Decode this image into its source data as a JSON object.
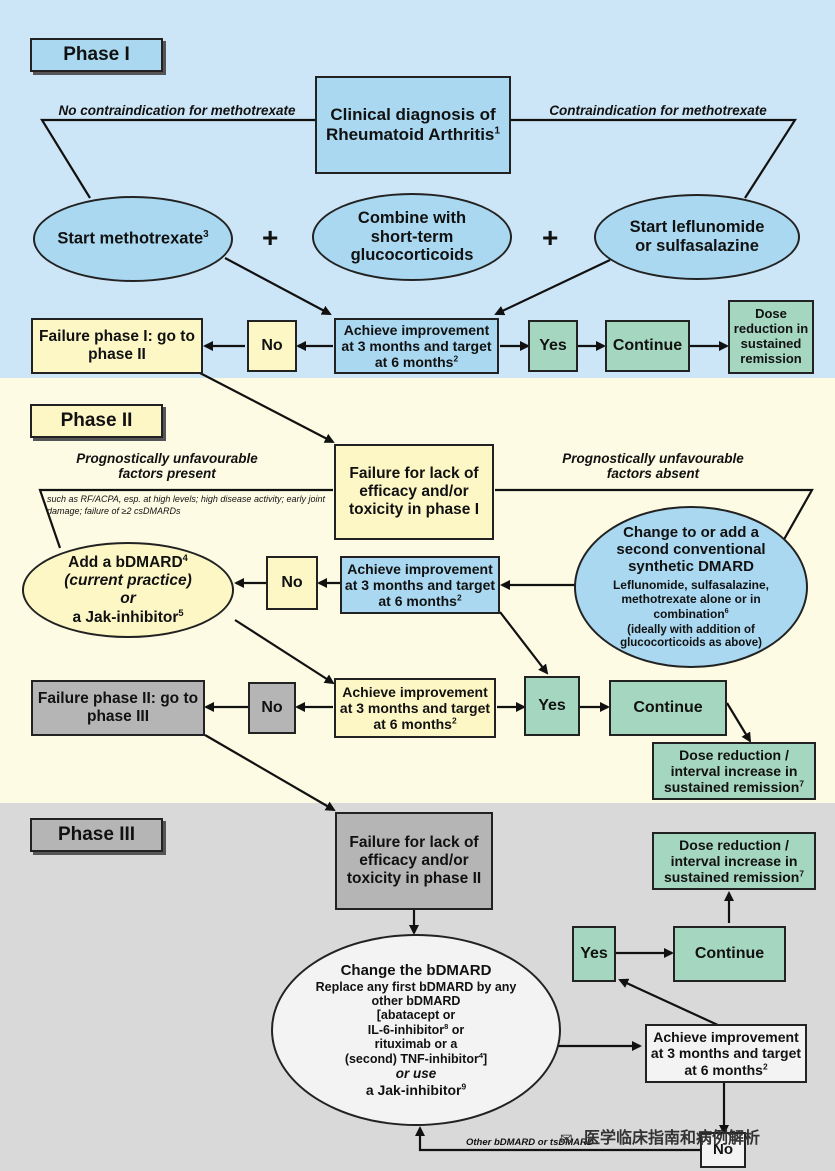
{
  "phase1": {
    "title": "Phase I",
    "diagnosis": "Clinical diagnosis of Rheumatoid Arthritis",
    "diagnosis_sup": "1",
    "no_contra": "No contraindication for methotrexate",
    "contra": "Contraindication for methotrexate",
    "start_mtx": "Start methotrexate",
    "start_mtx_sup": "3",
    "combine": "Combine with short-term glucocorticoids",
    "start_lef": "Start leflunomide or sulfasalazine",
    "plus": "+",
    "achieve": "Achieve improvement at 3 months and target at 6 months",
    "achieve_sup": "2",
    "no": "No",
    "yes": "Yes",
    "failure": "Failure phase I: go to phase II",
    "continue": "Continue",
    "dose": "Dose reduction in sustained remission"
  },
  "phase2": {
    "title": "Phase II",
    "failure_box": "Failure for lack of efficacy and/or toxicity in phase I",
    "unfav_present": "Prognostically unfavourable factors present",
    "unfav_absent": "Prognostically unfavourable factors absent",
    "factors_note": "such as RF/ACPA, esp. at high levels; high disease activity; early joint damage;   failure of ≥2 csDMARDs",
    "add_bdmard_1": "Add a bDMARD",
    "add_bdmard_sup": "4",
    "add_bdmard_2": "(current practice)",
    "add_bdmard_3": "or",
    "add_bdmard_4": "a Jak-inhibitor",
    "add_bdmard_4_sup": "5",
    "change_title": "Change to or add a second conventional synthetic DMARD",
    "change_body": "Leflunomide, sulfasalazine, methotrexate alone or in combination",
    "change_body_sup": "6",
    "change_note": "(ideally with addition of glucocorticoids as above)",
    "achieve": "Achieve improvement at 3 months and target at 6 months",
    "achieve_sup": "2",
    "no": "No",
    "yes": "Yes",
    "continue": "Continue",
    "failure": "Failure phase II: go to phase III",
    "dose": "Dose reduction / interval increase in sustained remission",
    "dose_sup": "7"
  },
  "phase3": {
    "title": "Phase III",
    "failure_box": "Failure for lack of efficacy and/or toxicity in phase II",
    "change_title": "Change the bDMARD",
    "change_l1": "Replace any first bDMARD by any other bDMARD",
    "change_l2": "[abatacept or",
    "change_l3": "IL-6-inhibitor",
    "change_l3_sup": "8",
    "change_l3_b": " or",
    "change_l4": "rituximab or a",
    "change_l5": "(second) TNF-inhibitor",
    "change_l5_sup": "4",
    "change_l5_b": "]",
    "change_l6": "or use",
    "change_l7": "a Jak-inhibitor",
    "change_l7_sup": "9",
    "achieve": "Achieve improvement at 3 months and target at 6 months",
    "achieve_sup": "2",
    "yes": "Yes",
    "no": "No",
    "continue": "Continue",
    "dose": "Dose reduction / interval increase in sustained remission",
    "dose_sup": "7",
    "other_note": "Other bDMARD or tsDMARD"
  },
  "watermark": "医学临床指南和病例解析",
  "colors": {
    "phase1_bg": "#cde6f7",
    "phase2_bg": "#fdfbe3",
    "phase3_bg": "#d9d9d9",
    "blue_box": "#a9d8f0",
    "cream_box": "#fdf7c6",
    "green_box": "#a5d6c0",
    "gray_box": "#b5b5b5"
  }
}
